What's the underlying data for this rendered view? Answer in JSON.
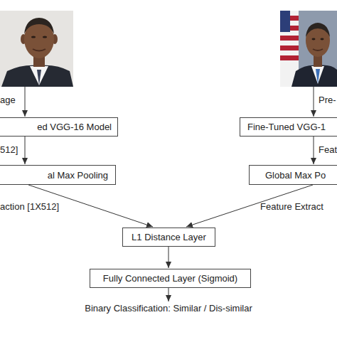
{
  "diagram": {
    "nodes": [
      {
        "text": [
          "ed VGG-16 Model"
        ]
      },
      {
        "text": [
          "Fine-Tuned VGG-1"
        ]
      },
      {
        "text": [
          "al Max Pooling"
        ]
      },
      {
        "text": [
          "Global Max Po"
        ]
      },
      {
        "text": [
          "L1 Distance Layer"
        ]
      },
      {
        "text": [
          "Fully Connected Layer (Sigmoid)"
        ]
      }
    ],
    "edges": [
      {
        "from": 0,
        "to": 2,
        "arrow": "to",
        "label": "512]"
      },
      {
        "from": 1,
        "to": 3,
        "arrow": "to",
        "label": "Feat"
      },
      {
        "from": 2,
        "to": 4,
        "arrow": "to",
        "label": "action [1X512]"
      },
      {
        "from": 3,
        "to": 4,
        "arrow": "to",
        "label": "Feature Extract"
      },
      {
        "from": 4,
        "to": 5,
        "arrow": "to"
      }
    ],
    "labels": [
      "age",
      "Pre-",
      "Binary Classification: Similar / Dis-similar"
    ]
  }
}
